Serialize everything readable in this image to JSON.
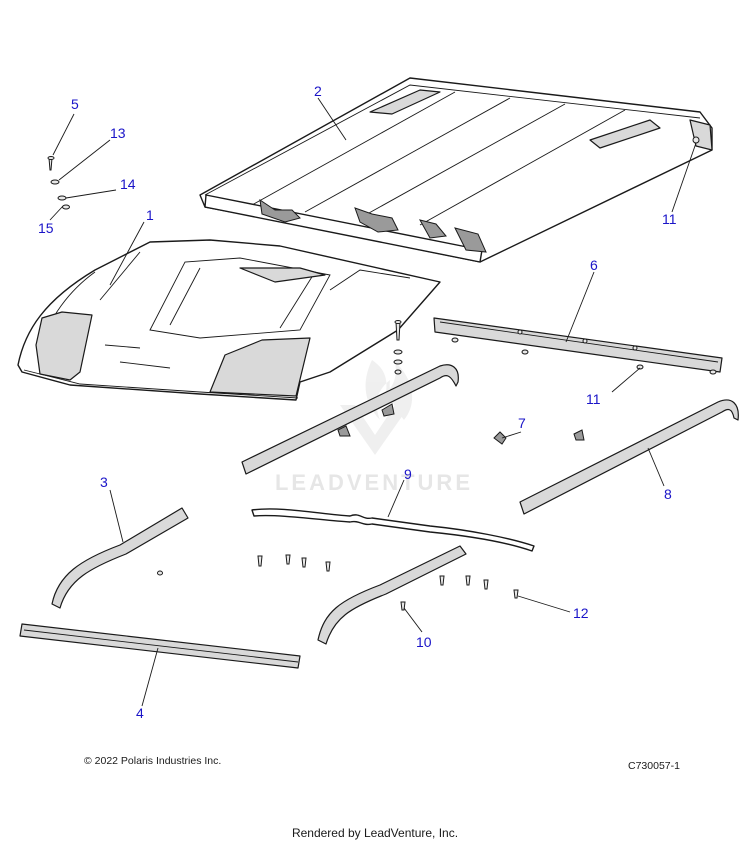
{
  "diagram": {
    "callouts": [
      {
        "id": "callout-1",
        "label": "1"
      },
      {
        "id": "callout-2",
        "label": "2"
      },
      {
        "id": "callout-3",
        "label": "3"
      },
      {
        "id": "callout-4",
        "label": "4"
      },
      {
        "id": "callout-5",
        "label": "5"
      },
      {
        "id": "callout-6",
        "label": "6"
      },
      {
        "id": "callout-7",
        "label": "7"
      },
      {
        "id": "callout-8",
        "label": "8"
      },
      {
        "id": "callout-9",
        "label": "9"
      },
      {
        "id": "callout-10",
        "label": "10"
      },
      {
        "id": "callout-11a",
        "label": "11"
      },
      {
        "id": "callout-11b",
        "label": "11"
      },
      {
        "id": "callout-12",
        "label": "12"
      },
      {
        "id": "callout-13",
        "label": "13"
      },
      {
        "id": "callout-14",
        "label": "14"
      },
      {
        "id": "callout-15",
        "label": "15"
      }
    ],
    "watermark_text": "LEADVENTURE",
    "callout_color": "#1a14c8"
  },
  "footer": {
    "copyright": "© 2022 Polaris Industries Inc.",
    "part_code": "C730057-1",
    "rendered_by": "Rendered by LeadVenture, Inc."
  }
}
